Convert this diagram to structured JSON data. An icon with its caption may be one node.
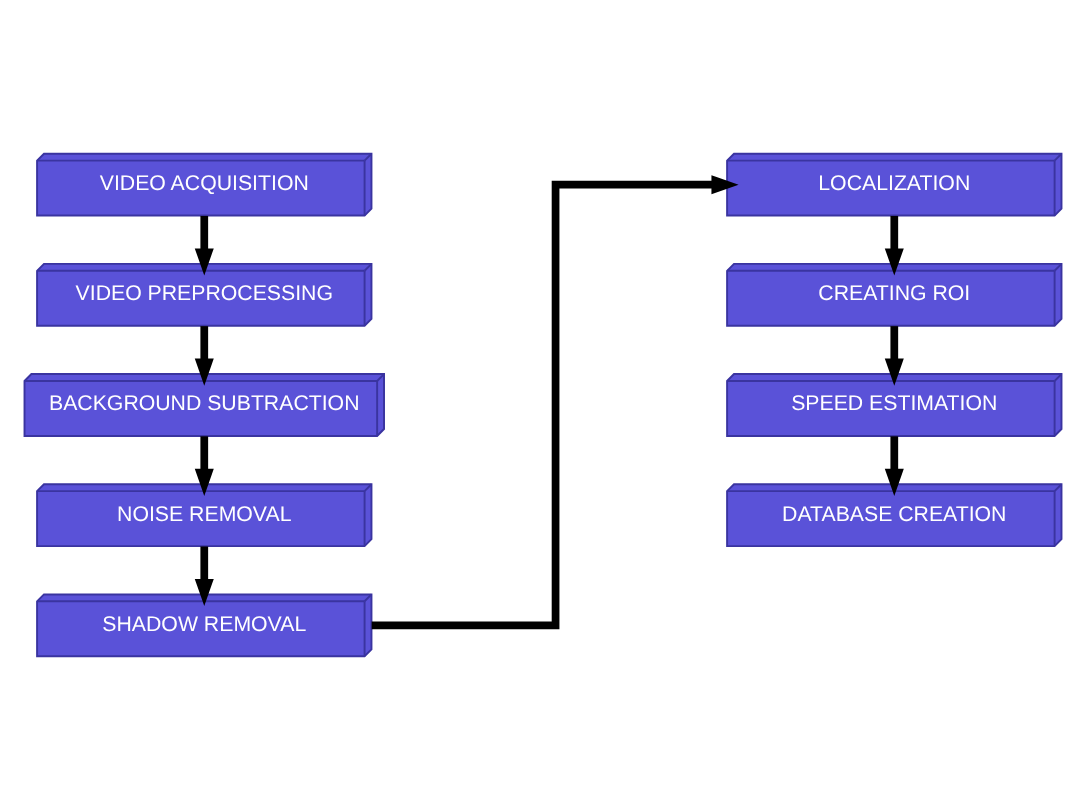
{
  "diagram": {
    "nodes": [
      {
        "text": [
          "VIDEO ACQUISITION"
        ]
      },
      {
        "text": [
          "VIDEO PREPROCESSING"
        ]
      },
      {
        "text": [
          "BACKGROUND SUBTRACTION"
        ]
      },
      {
        "text": [
          "NOISE REMOVAL"
        ]
      },
      {
        "text": [
          "SHADOW REMOVAL"
        ]
      },
      {
        "text": [
          "LOCALIZATION"
        ]
      },
      {
        "text": [
          "CREATING ROI"
        ]
      },
      {
        "text": [
          "SPEED ESTIMATION"
        ]
      },
      {
        "text": [
          "DATABASE CREATION"
        ]
      }
    ],
    "edges": [
      {
        "from": 0,
        "to": 1,
        "arrow": "to"
      },
      {
        "from": 1,
        "to": 2,
        "arrow": "to"
      },
      {
        "from": 2,
        "to": 3,
        "arrow": "to"
      },
      {
        "from": 3,
        "to": 4,
        "arrow": "to"
      },
      {
        "from": 4,
        "to": 5,
        "arrow": "to"
      },
      {
        "from": 5,
        "to": 6,
        "arrow": "to"
      },
      {
        "from": 6,
        "to": 7,
        "arrow": "to"
      },
      {
        "from": 7,
        "to": 8,
        "arrow": "to"
      }
    ]
  }
}
